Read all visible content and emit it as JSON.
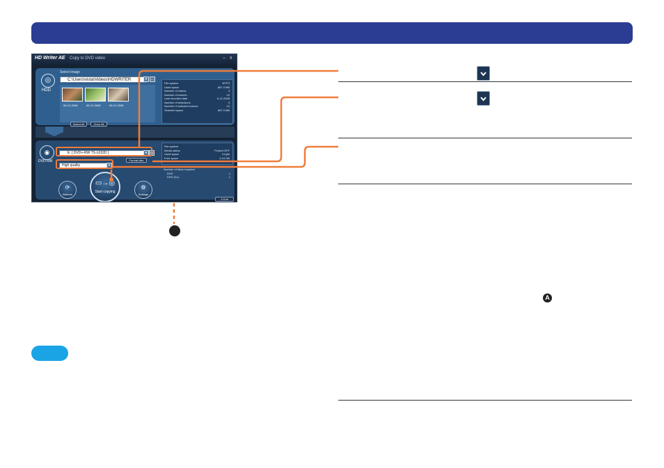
{
  "app": {
    "title": "HD Writer AE",
    "subtitle": "Copy to DVD video",
    "minimize": "–",
    "close": "x"
  },
  "hdd": {
    "label": "HDD",
    "select_label": "Select image",
    "path": "C:\\Users\\vista\\Videos\\HDWRITER",
    "thumbnails": [
      {
        "date": "06-12-2008"
      },
      {
        "date": "06-12-2008"
      },
      {
        "date": "06-12-2008"
      }
    ],
    "select_all": "Select All",
    "clear_all": "Clear All",
    "info": [
      {
        "k": "File system",
        "v": "NTFS"
      },
      {
        "k": "Used space",
        "v": "887.3 MB"
      },
      {
        "k": "Number of videos",
        "v": "3"
      },
      {
        "k": "Number of scenes",
        "v": "24"
      },
      {
        "k": "Last recorded date",
        "v": "6-12-2008"
      },
      {
        "k": "Number of selections",
        "v": "3"
      },
      {
        "k": "Number of selected scenes",
        "v": "24"
      },
      {
        "k": "Selected space",
        "v": "887.3 MB"
      }
    ]
  },
  "dvd": {
    "label": "DVD-RW",
    "drive": "E: [          DVD+-RW TS-L632D ]",
    "format_button": "Format disc",
    "quality": "High quality",
    "info": [
      {
        "k": "File system",
        "v": ""
      },
      {
        "k": "Media status",
        "v": "Protect OFF"
      },
      {
        "k": "Used space",
        "v": "0 byte"
      },
      {
        "k": "Free space",
        "v": "4.15 GB"
      }
    ],
    "discs_required": {
      "title": "Number of discs required",
      "rows": [
        {
          "k": "DVD",
          "v": "1"
        },
        {
          "k": "DVD (DL)",
          "v": "1"
        }
      ]
    }
  },
  "buttons": {
    "refresh": "Refresh",
    "start": "Start copying",
    "settings": "Settings",
    "exit": "X   Exit"
  },
  "annotations": {
    "marker": "A"
  },
  "colors": {
    "header": "#2b3d92",
    "highlight": "#f07c3a",
    "pill": "#1aa4e6"
  }
}
